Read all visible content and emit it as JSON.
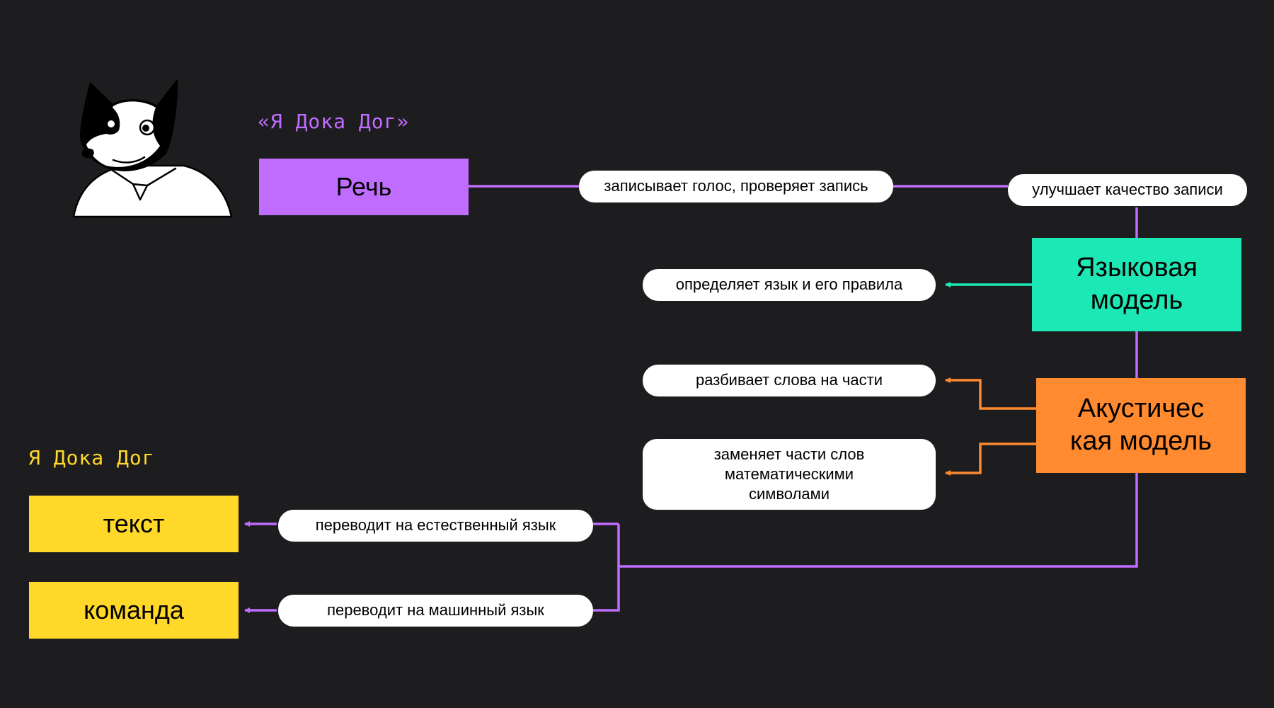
{
  "mascot": {
    "name": "dog-mascot",
    "colors": {
      "fill": "#ffffff",
      "ink": "#000000"
    }
  },
  "speaker_quote": "«Я Дока Дог»",
  "speech_box": {
    "label": "Речь",
    "color": "#c06cff"
  },
  "language_model": {
    "lines": [
      "Языковая",
      "модель"
    ],
    "color": "#1ce8b5"
  },
  "acoustic_model": {
    "lines": [
      "Акустичес",
      "кая модель"
    ],
    "color": "#ff8a2f"
  },
  "steps": {
    "record": "записывает голос, проверяет запись",
    "enhance": "улучшает качество записи",
    "language_rules": "определяет язык и его правила",
    "split_words": "разбивает слова на части",
    "math_symbols": [
      "заменяет части слов",
      "математическими",
      "символами"
    ],
    "natural_lang": "переводит на естественный язык",
    "machine_lang": "переводит на машинный язык"
  },
  "output_quote": "Я Дока Дог",
  "outputs": {
    "text": "текст",
    "command": "команда",
    "color": "#ffd829"
  },
  "colors": {
    "background": "#1d1d1f",
    "purple": "#c06cff",
    "teal": "#1ce8b5",
    "orange": "#ff8a2f",
    "yellow": "#ffd829"
  }
}
